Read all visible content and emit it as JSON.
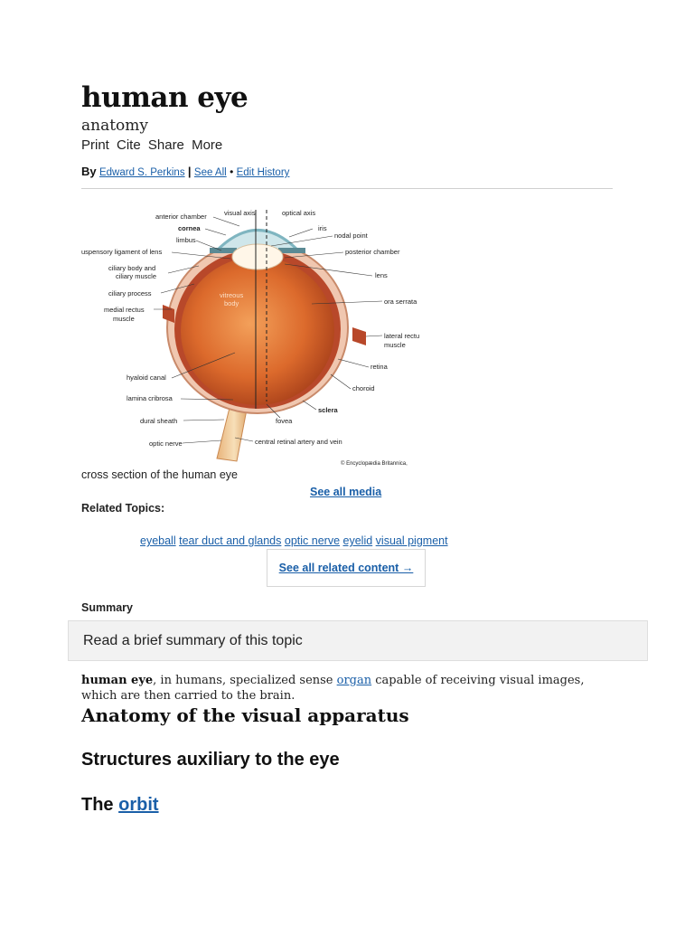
{
  "article": {
    "title": "human eye",
    "subtitle": "anatomy",
    "actions": [
      "Print",
      "Cite",
      "Share",
      "More"
    ],
    "byline": {
      "by": "By",
      "author": "Edward S. Perkins",
      "separator": "|",
      "see_all": "See All",
      "bullet": "•",
      "edit_history": "Edit History"
    }
  },
  "figure": {
    "labels": {
      "anterior_chamber": "anterior chamber",
      "visual_axis": "visual axis",
      "optical_axis": "optical axis",
      "cornea": "cornea",
      "iris": "iris",
      "limbus": "limbus",
      "nodal_point": "nodal point",
      "suspensory": "uspensory ligament of lens",
      "posterior_chamber": "posterior chamber",
      "ciliary_body": "ciliary body and",
      "ciliary_muscle": "ciliary muscle",
      "lens": "lens",
      "ciliary_process": "ciliary process",
      "vitreous1": "vitreous",
      "vitreous2": "body",
      "ora_serrata": "ora serrata",
      "medial1": "medial rectus",
      "medial2": "muscle",
      "lateral1": "lateral rectu",
      "lateral2": "muscle",
      "retina": "retina",
      "hyaloid": "hyaloid canal",
      "choroid": "choroid",
      "lamina": "lamina cribrosa",
      "sclera": "sclera",
      "dural": "dural sheath",
      "fovea": "fovea",
      "optic_nerve": "optic nerve",
      "central": "central retinal artery and vein",
      "copyright": "© Encyclopædia Britannica,"
    },
    "caption": "cross section of the human eye",
    "see_all_media": "See all media"
  },
  "related": {
    "label": "Related Topics:",
    "topics": [
      "eyeball",
      "tear duct and glands",
      "optic nerve",
      "eyelid",
      "visual pigment"
    ],
    "see_all": "See all related content →"
  },
  "summary": {
    "label": "Summary",
    "box_text": "Read a brief summary of this topic"
  },
  "body": {
    "term": "human eye",
    "text1": ", in humans, specialized sense ",
    "link": "organ",
    "text2": " capable of receiving visual images, which are then carried to the brain."
  },
  "headings": {
    "h2": "Anatomy of the visual apparatus",
    "h3": "Structures auxiliary to the eye",
    "h4_prefix": "The ",
    "h4_link": "orbit"
  },
  "colors": {
    "link": "#1a5fa8",
    "eyeball": "#d9692e",
    "sclera": "#f0c7b0"
  }
}
